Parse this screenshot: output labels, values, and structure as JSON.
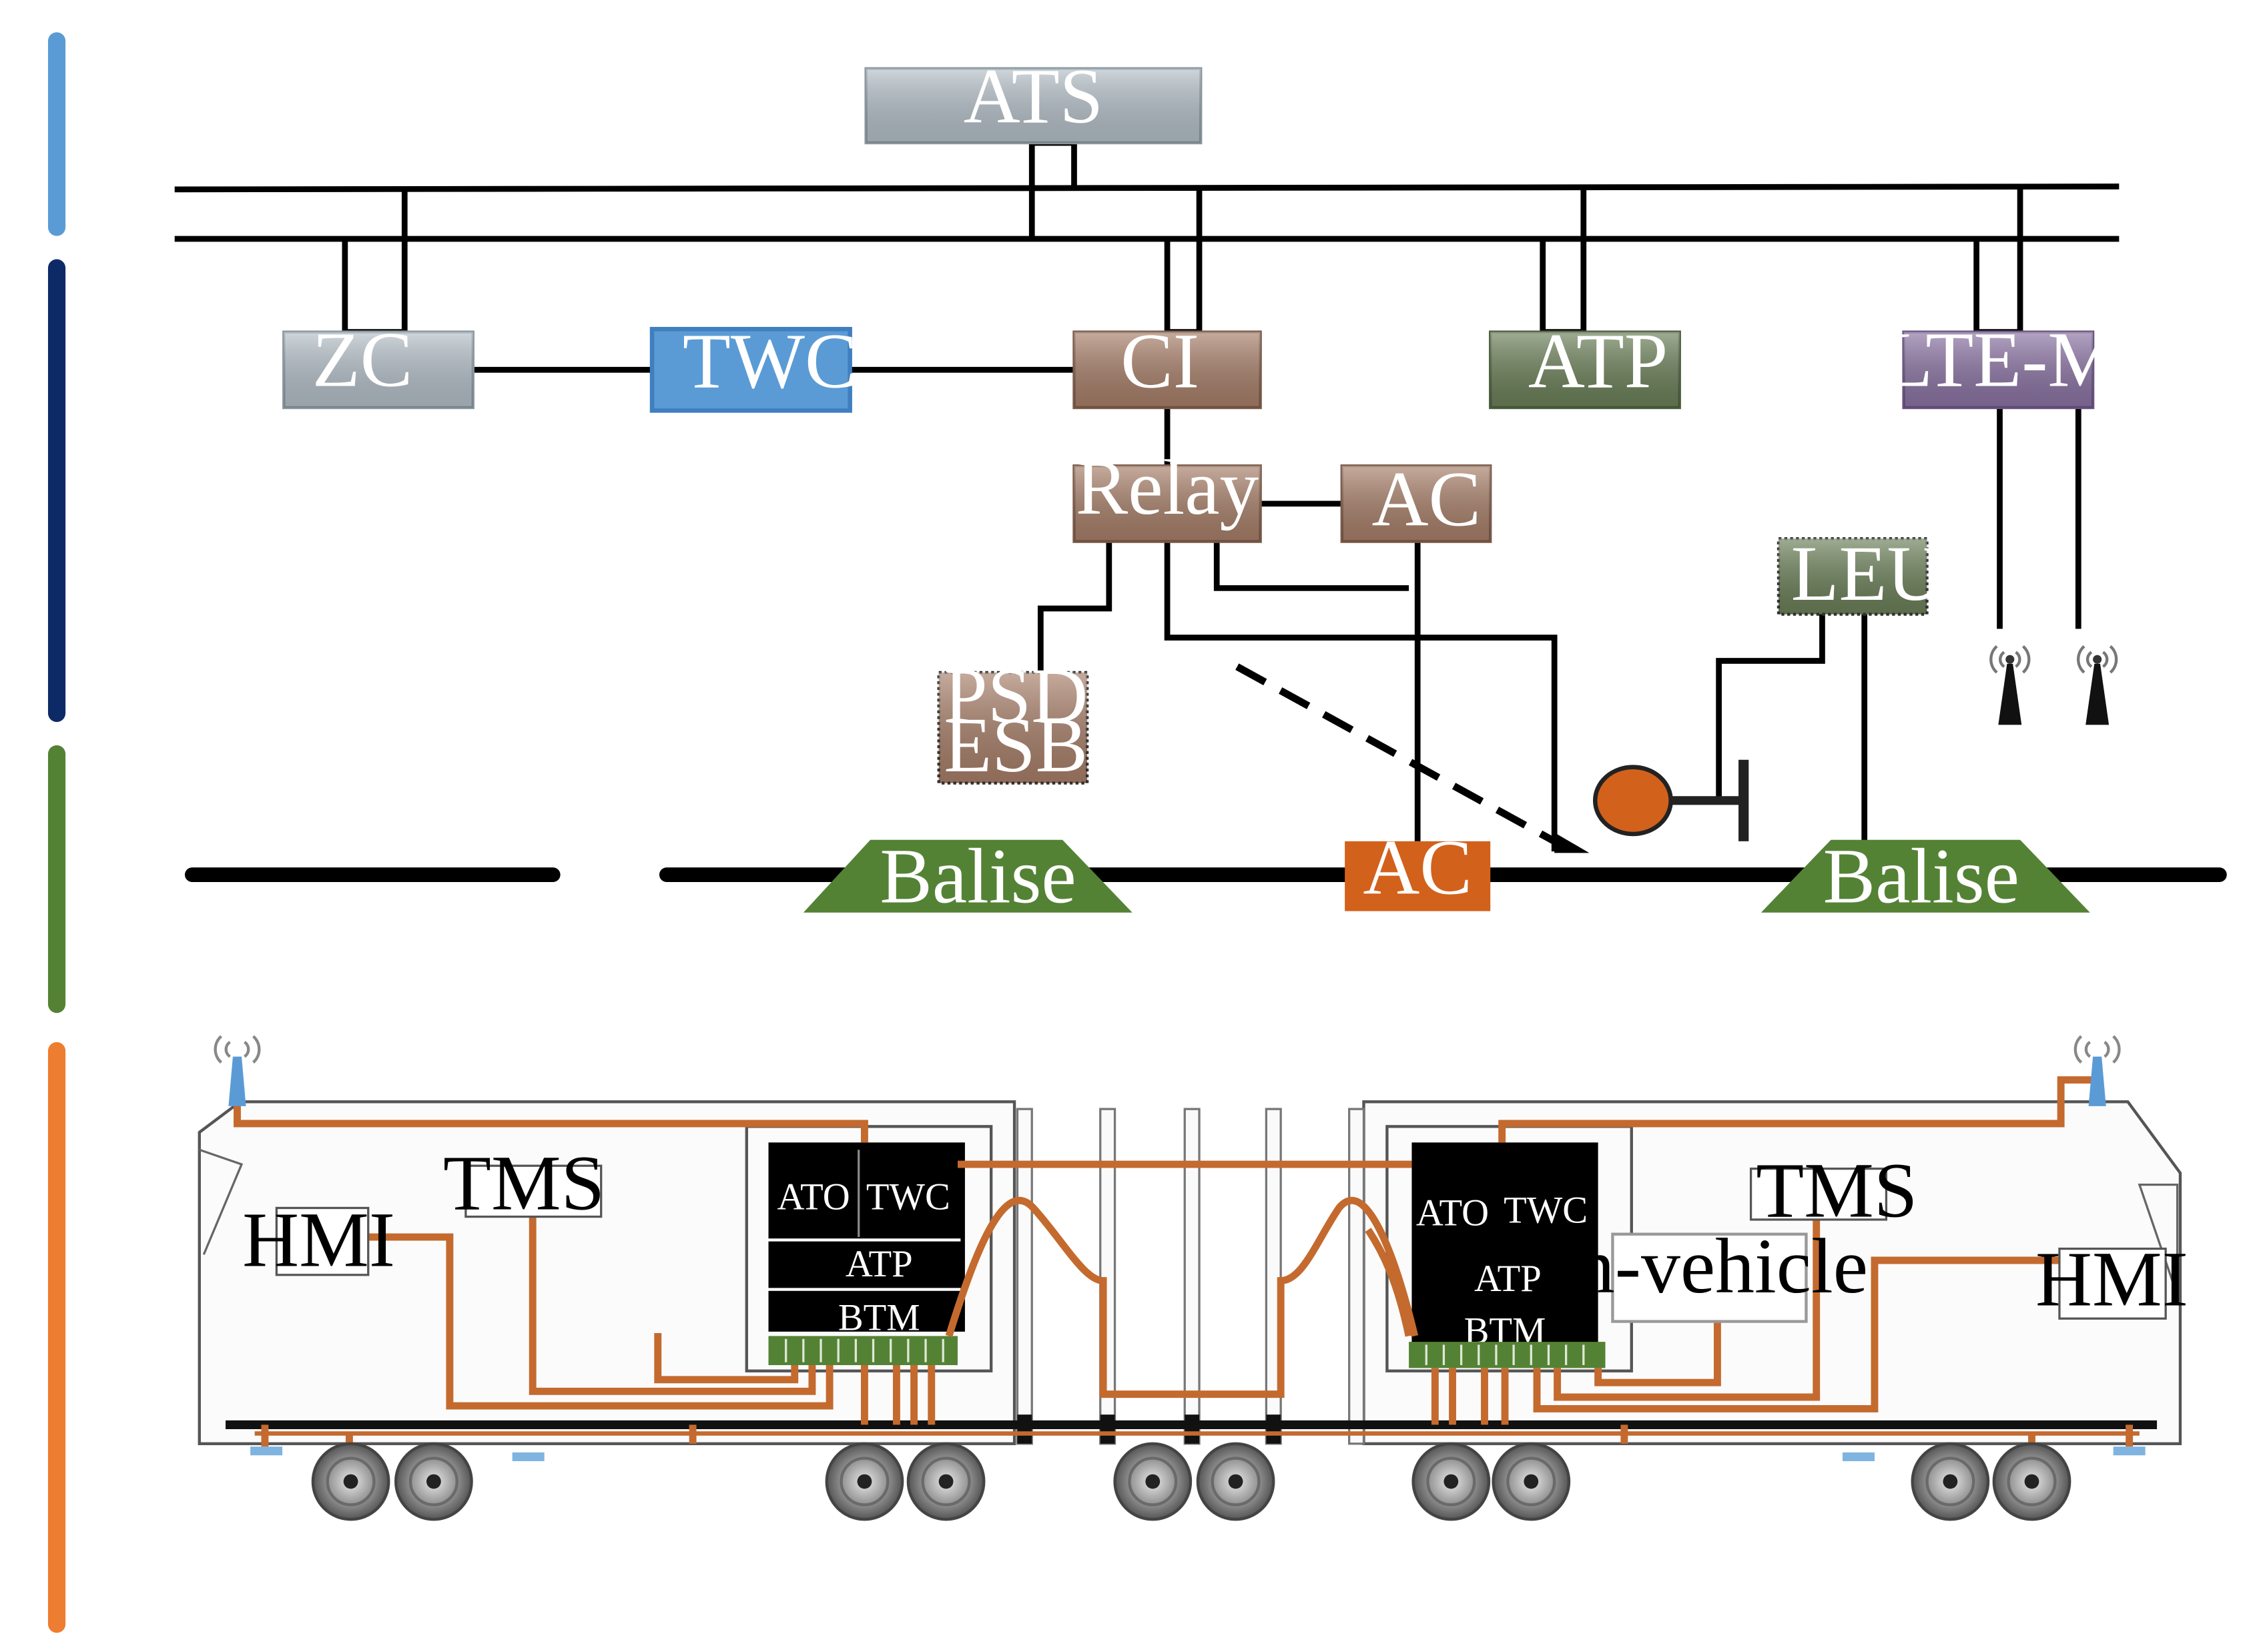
{
  "colors": {
    "layer_bars": [
      "#5b9bd5",
      "#0d2a66",
      "#548235",
      "#ed7d31"
    ],
    "ats": "#b4c0c8",
    "zc": "#b4c0c8",
    "twc_wayside": "#5b9bd5",
    "brown": "#a87f69",
    "green_box": "#6b8058",
    "purple": "#8b73a3",
    "balise": "#548235",
    "axle_counter": "#d2611c",
    "signal": "#d2611c",
    "onboard_wire": "#c46a2e"
  },
  "wayside": {
    "ats": "ATS",
    "zc": "ZC",
    "twc": "TWC",
    "ci": "CI",
    "atp": "ATP",
    "lte_m": "LTE-M",
    "relay": "Relay",
    "ac_top": "AC",
    "leu": "LEU",
    "psd_line1": "PSD",
    "psd_line2": "ESB"
  },
  "track": {
    "balise_left": "Balise",
    "ac": "AC",
    "balise_right": "Balise"
  },
  "train": {
    "left": {
      "hmi": "HMI",
      "tms": "TMS",
      "ato": "ATO",
      "twc": "TWC",
      "atp": "ATP",
      "btm": "BTM"
    },
    "right": {
      "hmi": "HMI",
      "tms": "TMS",
      "ato": "ATO",
      "twc": "TWC",
      "atp": "ATP",
      "btm": "BTM",
      "in_vehicle": "In-vehicle"
    }
  },
  "icons": [
    "antenna-icon",
    "signal-icon"
  ]
}
